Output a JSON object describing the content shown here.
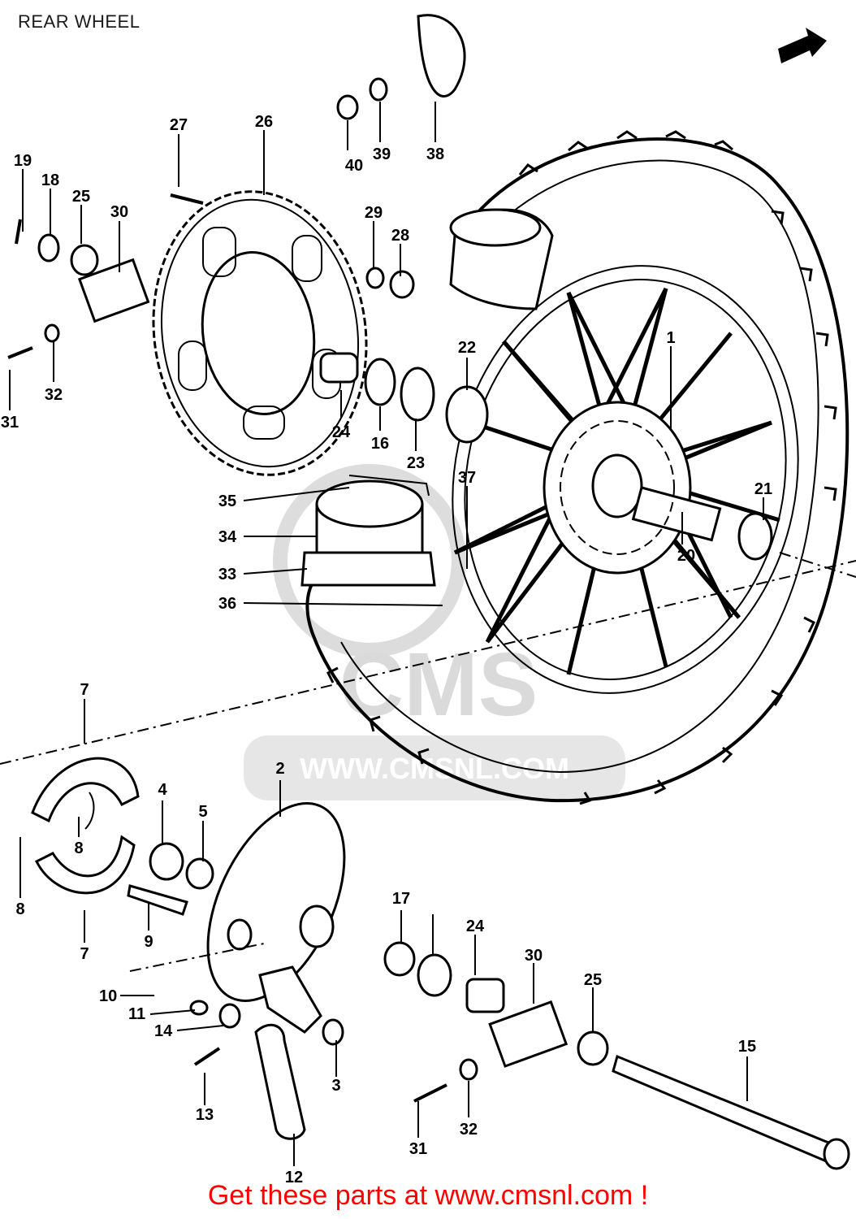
{
  "header": {
    "title": "REAR WHEEL"
  },
  "footer": {
    "text": "Get these parts at www.cmsnl.com !"
  },
  "watermark": {
    "brand": "CMS",
    "url": "WWW.CMSNL.COM"
  },
  "colors": {
    "footer_text": "#ff0000",
    "lines": "#000000",
    "watermark": "#d6d6d6"
  },
  "icons": {
    "direction": "front-arrow-icon"
  },
  "callouts": [
    "1",
    "2",
    "3",
    "4",
    "5",
    "7",
    "7",
    "8",
    "8",
    "9",
    "10",
    "11",
    "12",
    "13",
    "14",
    "15",
    "16",
    "17",
    "18",
    "19",
    "20",
    "21",
    "22",
    "23",
    "24",
    "24",
    "25",
    "25",
    "26",
    "27",
    "28",
    "29",
    "30",
    "30",
    "31",
    "31",
    "32",
    "32",
    "33",
    "34",
    "35",
    "36",
    "37",
    "38",
    "39",
    "40"
  ]
}
